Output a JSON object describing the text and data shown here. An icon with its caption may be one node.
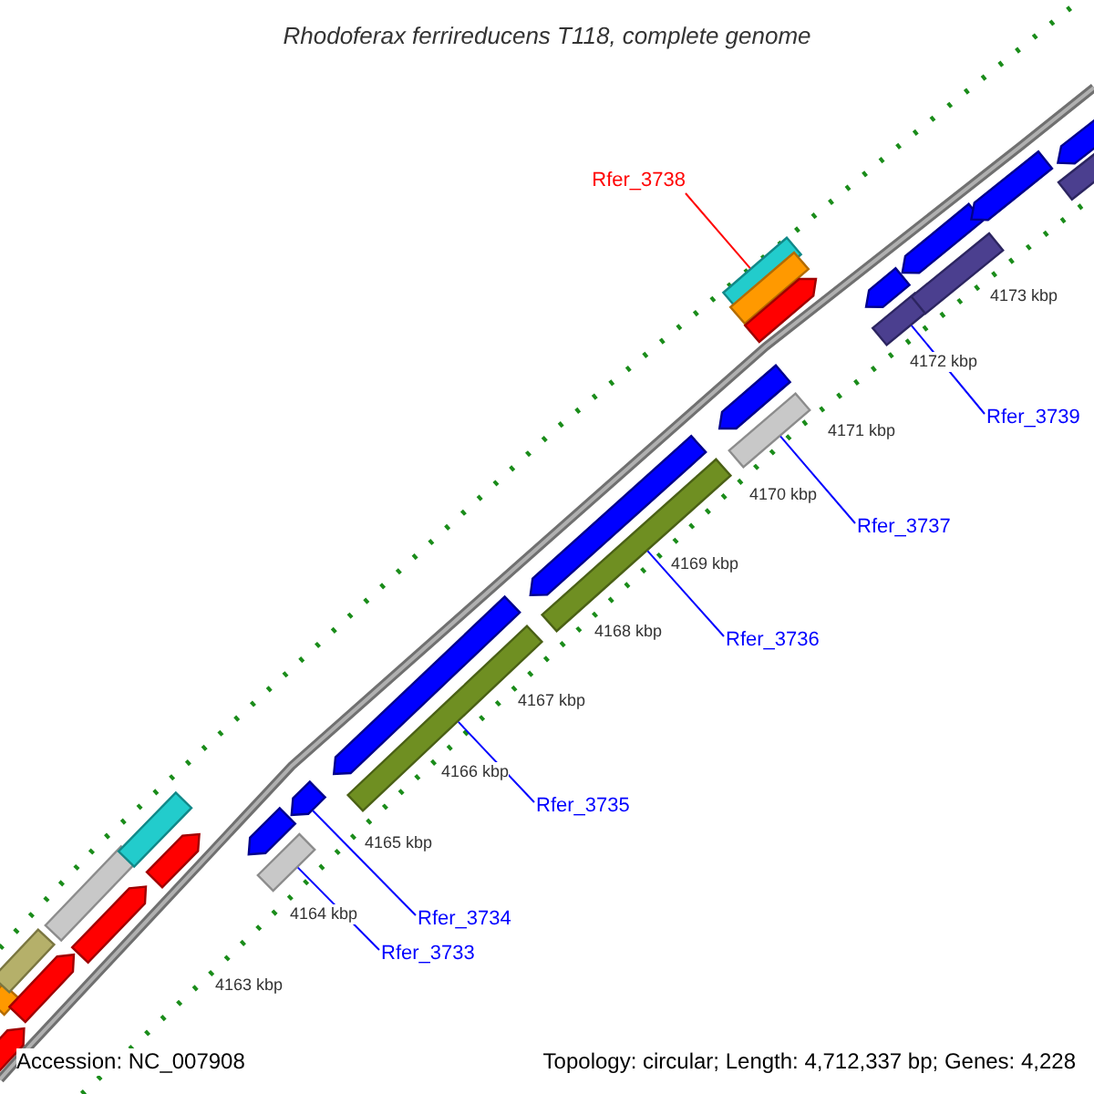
{
  "diagram": {
    "title": "Rhodoferax ferrireducens T118, complete genome",
    "nodes": [
      {
        "text": [
          "Rfer_3738"
        ]
      },
      {
        "text": [
          "Rfer_3739"
        ]
      },
      {
        "text": [
          "Rfer_3737"
        ]
      },
      {
        "text": [
          "Rfer_3736"
        ]
      },
      {
        "text": [
          "Rfer_3735"
        ]
      },
      {
        "text": [
          "Rfer_3734"
        ]
      },
      {
        "text": [
          "Rfer_3733"
        ]
      },
      {
        "text": [],
        "shape": "bar"
      },
      {
        "text": [],
        "shape": "bar"
      },
      {
        "text": [],
        "shape": "bar"
      },
      {
        "text": [],
        "shape": "bar"
      },
      {
        "text": [],
        "shape": "bar"
      },
      {
        "text": [],
        "shape": "bar"
      },
      {
        "text": [],
        "shape": "bar"
      },
      {
        "text": [],
        "shape": "bar"
      },
      {
        "text": [],
        "shape": "bar"
      },
      {
        "text": [],
        "shape": "bar"
      },
      {
        "text": [],
        "shape": "bar"
      },
      {
        "text": [],
        "shape": "bar"
      },
      {
        "text": [],
        "shape": "bar"
      },
      {
        "text": [],
        "shape": "bar"
      },
      {
        "text": [],
        "shape": "bar"
      },
      {
        "text": [],
        "shape": "bar"
      },
      {
        "text": [],
        "shape": "bar"
      },
      {
        "text": [],
        "shape": "bar"
      },
      {
        "text": [],
        "shape": "bar"
      },
      {
        "text": [],
        "shape": "bar"
      },
      {
        "text": [],
        "shape": "bar"
      },
      {
        "text": [],
        "shape": "bar"
      },
      {
        "text": [],
        "shape": "bar"
      },
      {
        "text": [],
        "shape": "bar"
      },
      {
        "text": [],
        "shape": "bar"
      },
      {
        "text": [],
        "shape": "bar"
      },
      {
        "text": [],
        "shape": "bar"
      }
    ],
    "edges": [
      {
        "from": 0,
        "to": 23,
        "arrow": "none",
        "color": "#ff0000"
      },
      {
        "from": 1,
        "to": 28,
        "arrow": "none"
      },
      {
        "from": 2,
        "to": 24,
        "arrow": "none"
      },
      {
        "from": 3,
        "to": 21,
        "arrow": "none"
      },
      {
        "from": 4,
        "to": 19,
        "arrow": "none"
      },
      {
        "from": 5,
        "to": 17,
        "arrow": "none"
      },
      {
        "from": 6,
        "to": 16,
        "arrow": "none"
      }
    ],
    "labels": [
      "4173 kbp",
      "4172 kbp",
      "4171 kbp",
      "4170 kbp",
      "4169 kbp",
      "4168 kbp",
      "4167 kbp",
      "4166 kbp",
      "4165 kbp",
      "4164 kbp",
      "4163 kbp",
      "Accession: NC_007908",
      "Topology: circular; Length: 4,712,337 bp; Genes: 4,228"
    ]
  }
}
